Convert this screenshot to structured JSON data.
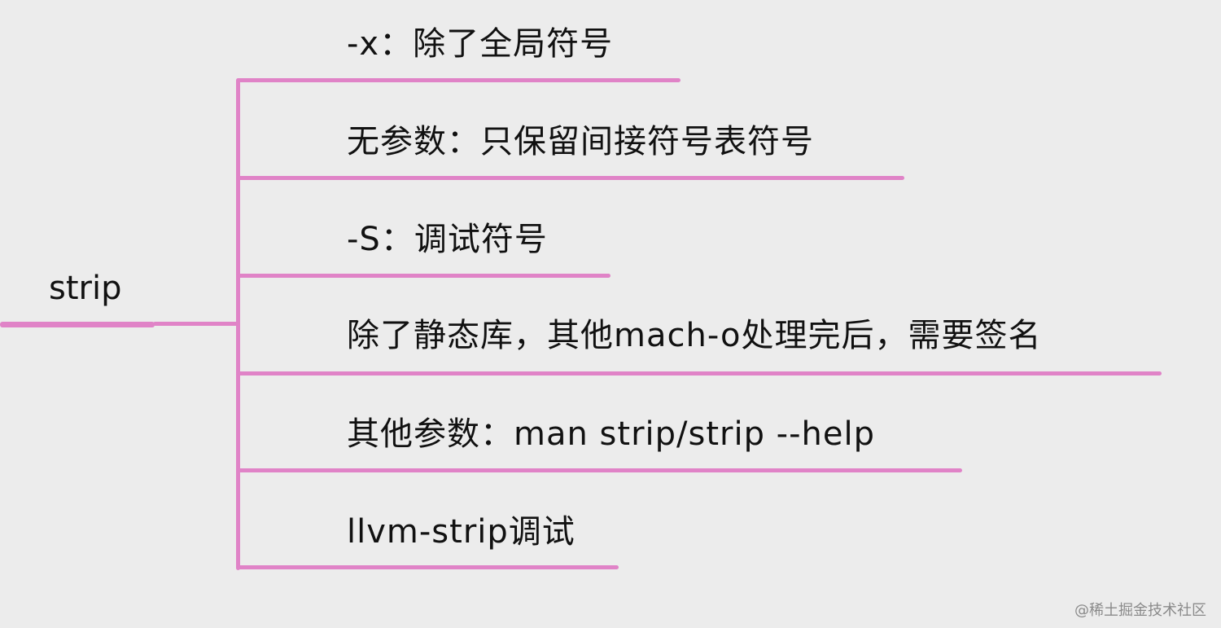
{
  "root": {
    "label": "strip"
  },
  "branches": [
    {
      "label": "-x：除了全局符号"
    },
    {
      "label": "无参数：只保留间接符号表符号"
    },
    {
      "label": "-S：调试符号"
    },
    {
      "label": "除了静态库，其他mach-o处理完后，需要签名"
    },
    {
      "label": "其他参数：man strip/strip --help"
    },
    {
      "label": "llvm-strip调试"
    }
  ],
  "watermark": "@稀土掘金技术社区",
  "colors": {
    "connector": "#e083c7",
    "background": "#ececec",
    "text": "#111111"
  }
}
